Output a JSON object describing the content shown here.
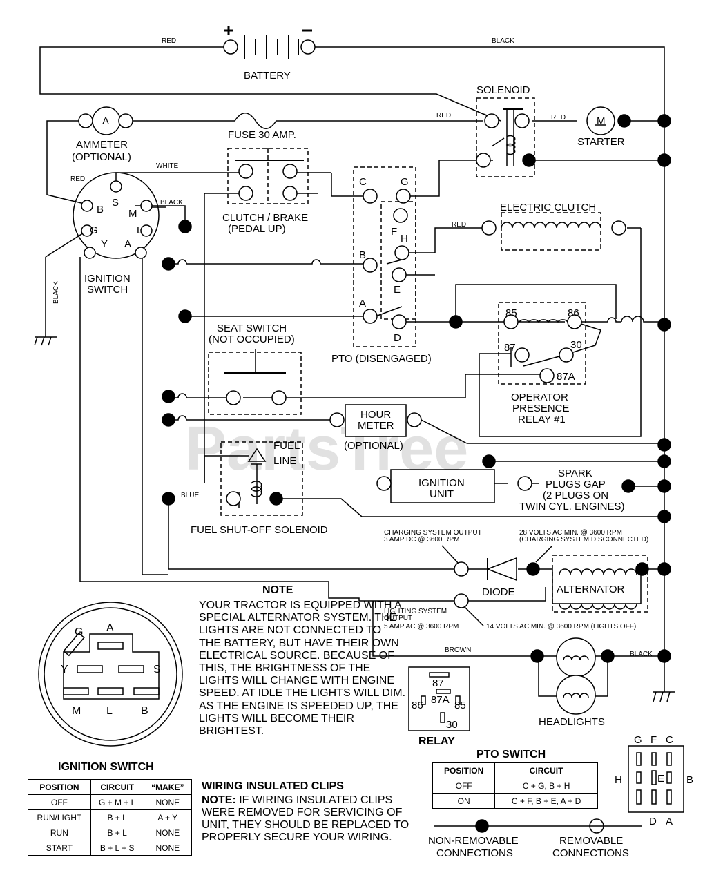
{
  "watermark": "PartsTree",
  "components": {
    "battery": "BATTERY",
    "solenoid": "SOLENOID",
    "starter": "STARTER",
    "starter_motor": "M",
    "ammeter_symbol": "A",
    "ammeter_1": "AMMETER",
    "ammeter_2": "(OPTIONAL)",
    "fuse": "FUSE 30 AMP.",
    "clutch_brake_1": "CLUTCH / BRAKE",
    "clutch_brake_2": "(PEDAL UP)",
    "ignition_switch_1": "IGNITION",
    "ignition_switch_2": "SWITCH",
    "electric_clutch": "ELECTRIC CLUTCH",
    "pto": "PTO (DISENGAGED)",
    "seat_switch_1": "SEAT SWITCH",
    "seat_switch_2": "(NOT OCCUPIED)",
    "relay_1": "OPERATOR",
    "relay_2": "PRESENCE",
    "relay_3": "RELAY #1",
    "hour_meter_1": "HOUR",
    "hour_meter_2": "METER",
    "hour_meter_3": "(OPTIONAL)",
    "fuel_line_1": "FUEL",
    "fuel_line_2": "LINE",
    "fuel_solenoid": "FUEL SHUT-OFF SOLENOID",
    "ignition_unit_1": "IGNITION",
    "ignition_unit_2": "UNIT",
    "spark_1": "SPARK",
    "spark_2": "PLUGS GAP",
    "spark_3": "(2 PLUGS ON",
    "spark_4": "TWIN CYL. ENGINES)",
    "diode": "DIODE",
    "alternator": "ALTERNATOR",
    "headlights": "HEADLIGHTS",
    "relay": "RELAY"
  },
  "wires": {
    "red": "RED",
    "black": "BLACK",
    "white": "WHITE",
    "blue": "BLUE",
    "brown": "BROWN"
  },
  "terminals": {
    "ign": [
      "B",
      "S",
      "M",
      "G",
      "L",
      "Y",
      "A"
    ],
    "pto": [
      "C",
      "G",
      "F",
      "H",
      "B",
      "E",
      "A",
      "D"
    ],
    "relay": [
      "85",
      "86",
      "87",
      "30",
      "87A"
    ],
    "relay_small": [
      "87",
      "87A",
      "86",
      "85",
      "30"
    ],
    "key": [
      "G",
      "A",
      "Y",
      "S",
      "M",
      "L",
      "B"
    ],
    "pto_key": [
      "G",
      "F",
      "C",
      "H",
      "E",
      "B",
      "D",
      "A"
    ]
  },
  "annotations": {
    "charging_1": "CHARGING SYSTEM OUTPUT",
    "charging_2": "3 AMP DC @ 3600 RPM",
    "volts28_1": "28 VOLTS AC MIN. @ 3600 RPM",
    "volts28_2": "(CHARGING SYSTEM DISCONNECTED)",
    "lighting_1": "LIGHTING SYSTEM",
    "lighting_2": "OUTPUT",
    "lighting_3": "5 AMP AC @ 3600 RPM",
    "volts14": "14 VOLTS AC MIN. @ 3600 RPM (LIGHTS OFF)"
  },
  "note": {
    "title": "NOTE",
    "body": "YOUR TRACTOR IS EQUIPPED WITH A SPECIAL ALTERNATOR SYSTEM. THE LIGHTS ARE NOT CONNECTED TO THE BATTERY, BUT HAVE THEIR OWN ELECTRICAL SOURCE. BECAUSE OF THIS, THE BRIGHTNESS OF THE LIGHTS WILL CHANGE WITH ENGINE SPEED. AT IDLE THE LIGHTS WILL DIM. AS THE ENGINE IS SPEEDED UP, THE LIGHTS WILL BECOME THEIR BRIGHTEST."
  },
  "clips": {
    "title": "WIRING INSULATED CLIPS",
    "note_label": "NOTE:",
    "body": "IF WIRING INSULATED CLIPS WERE REMOVED FOR SERVICING OF UNIT, THEY SHOULD BE REPLACED TO PROPERLY SECURE YOUR WIRING."
  },
  "ignition_table": {
    "title": "IGNITION SWITCH",
    "headers": [
      "POSITION",
      "CIRCUIT",
      "“MAKE”"
    ],
    "rows": [
      [
        "OFF",
        "G + M + L",
        "NONE"
      ],
      [
        "RUN/LIGHT",
        "B + L",
        "A + Y"
      ],
      [
        "RUN",
        "B + L",
        "NONE"
      ],
      [
        "START",
        "B + L + S",
        "NONE"
      ]
    ]
  },
  "pto_table": {
    "title": "PTO SWITCH",
    "headers": [
      "POSITION",
      "CIRCUIT"
    ],
    "rows": [
      [
        "OFF",
        "C + G, B + H"
      ],
      [
        "ON",
        "C + F, B + E, A + D"
      ]
    ]
  },
  "legend": {
    "non_removable_1": "NON-REMOVABLE",
    "non_removable_2": "CONNECTIONS",
    "removable_1": "REMOVABLE",
    "removable_2": "CONNECTIONS"
  }
}
